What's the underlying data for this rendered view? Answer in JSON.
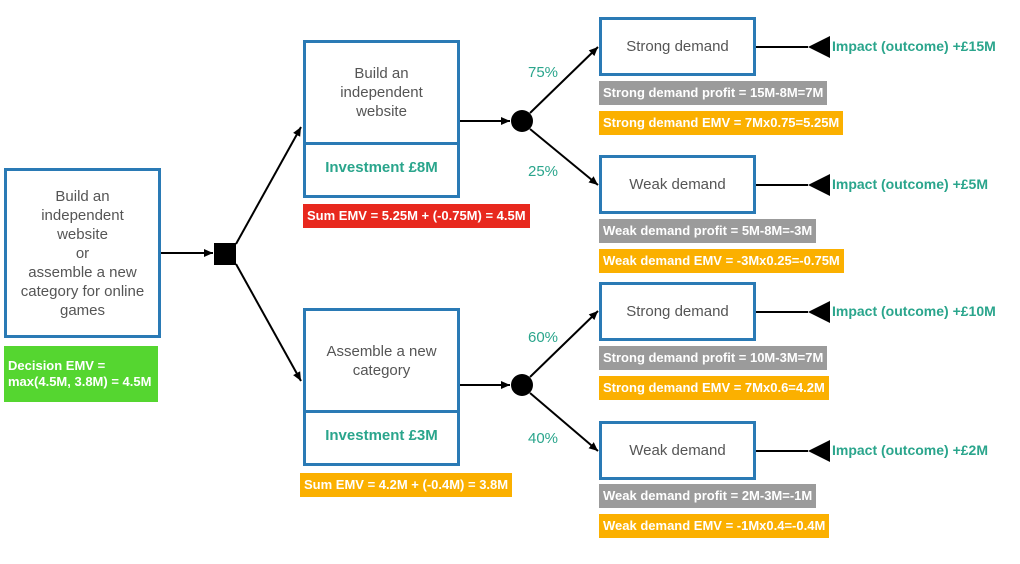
{
  "decision": {
    "label": "Build an\nindependent\nwebsite\nor\nassemble a new\ncategory for online\ngames",
    "emv": "Decision EMV =\nmax(4.5M, 3.8M) = 4.5M"
  },
  "options": [
    {
      "label": "Build an\nindependent\nwebsite",
      "investment": "Investment £8M",
      "sum_emv": "Sum EMV = 5.25M + (-0.75M) = 4.5M",
      "branches": [
        {
          "pct": "75%",
          "outcome": "Strong demand",
          "impact": "Impact (outcome) +£15M",
          "profit": "Strong demand profit = 15M-8M=7M",
          "emv": "Strong demand EMV = 7Mx0.75=5.25M"
        },
        {
          "pct": "25%",
          "outcome": "Weak demand",
          "impact": "Impact (outcome) +£5M",
          "profit": "Weak demand profit = 5M-8M=-3M",
          "emv": "Weak demand EMV = -3Mx0.25=-0.75M"
        }
      ]
    },
    {
      "label": "Assemble a new\ncategory",
      "investment": "Investment £3M",
      "sum_emv": "Sum EMV = 4.2M + (-0.4M) = 3.8M",
      "branches": [
        {
          "pct": "60%",
          "outcome": "Strong demand",
          "impact": "Impact (outcome) +£10M",
          "profit": "Strong demand profit = 10M-3M=7M",
          "emv": "Strong demand EMV = 7Mx0.6=4.2M"
        },
        {
          "pct": "40%",
          "outcome": "Weak demand",
          "impact": "Impact (outcome) +£2M",
          "profit": "Weak demand profit = 2M-3M=-1M",
          "emv": "Weak demand EMV = -1Mx0.4=-0.4M"
        }
      ]
    }
  ],
  "colors": {
    "box_border": "#2a7ab5",
    "teal_text": "#2aa58c",
    "gray": "#9b9b9b",
    "orange": "#fbb000",
    "red": "#e8281e",
    "green": "#55d630"
  }
}
